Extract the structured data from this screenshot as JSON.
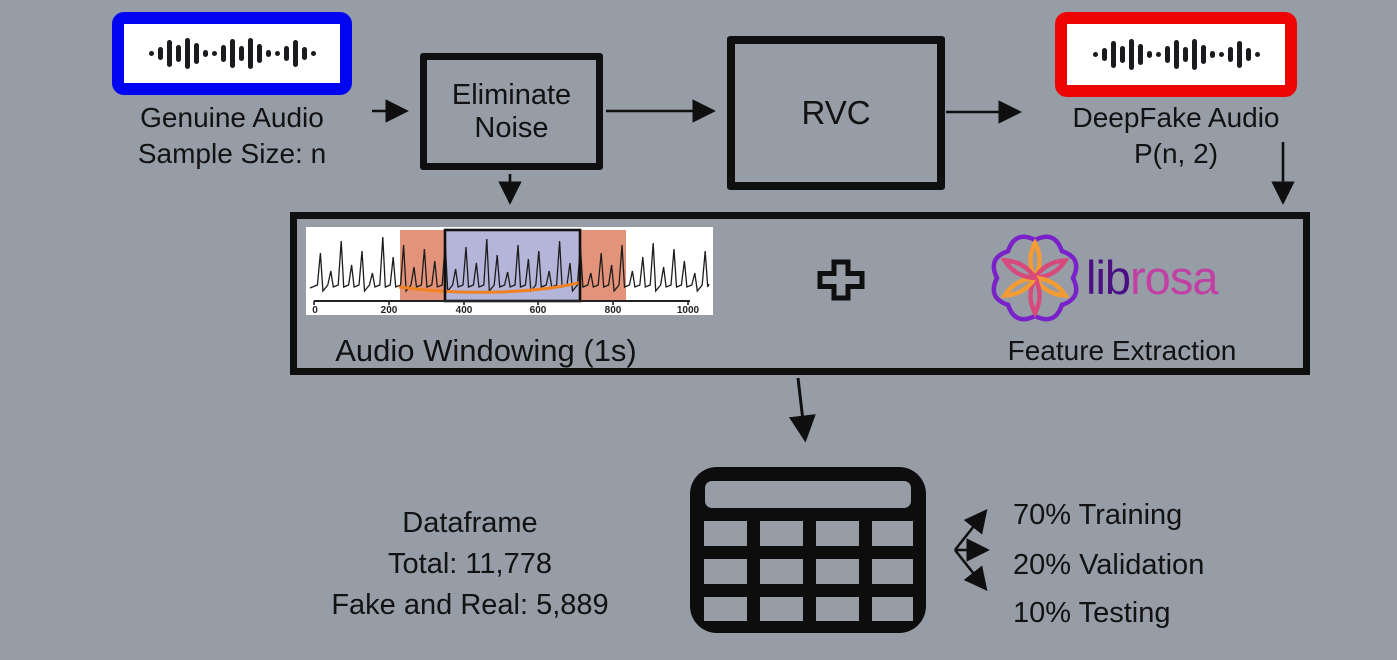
{
  "colors": {
    "background": "#969DA7",
    "genuine_border": "#0004F0",
    "deepfake_border": "#EE0400",
    "box_stroke": "#0f0f0f",
    "plot_salmon": "#E2937A",
    "plot_lavender": "#B5B4D9",
    "plot_orange_line": "#F08224",
    "librosa_ring": "#7A22C9",
    "librosa_lib_text": "#4B0E83",
    "librosa_rosa_text": "#C23FA4",
    "petal_orange": "#F49B33",
    "petal_pink": "#D8497C"
  },
  "pipeline": {
    "genuine": {
      "title": "Genuine Audio",
      "subtitle": "Sample Size: n"
    },
    "eliminate_noise": {
      "line1": "Eliminate",
      "line2": "Noise"
    },
    "rvc": {
      "label": "RVC"
    },
    "deepfake": {
      "title": "DeepFake Audio",
      "subtitle": "P(n, 2)"
    },
    "processing": {
      "windowing_label": "Audio Windowing (1s)",
      "feature_label": "Feature Extraction",
      "librosa_lib": "lib",
      "librosa_rosa": "rosa"
    },
    "dataframe": {
      "title": "Dataframe",
      "total": "Total: 11,778",
      "fake_real": "Fake and Real: 5,889"
    },
    "splits": [
      {
        "label": "70% Training"
      },
      {
        "label": "20% Validation"
      },
      {
        "label": "10% Testing"
      }
    ]
  },
  "windowing_plot": {
    "x_ticks": [
      "0",
      "200",
      "400",
      "600",
      "800",
      "1000"
    ],
    "x_range": [
      0,
      1000
    ],
    "regions": [
      {
        "kind": "overlap",
        "from": 230,
        "to": 350,
        "color": "#E2937A"
      },
      {
        "kind": "window",
        "from": 350,
        "to": 710,
        "color": "#B5B4D9"
      },
      {
        "kind": "overlap",
        "from": 710,
        "to": 835,
        "color": "#E2937A"
      }
    ]
  },
  "icons": {
    "waveform_bar_heights": [
      5,
      13,
      27,
      17,
      31,
      21,
      7,
      5,
      17,
      29,
      15,
      31,
      19,
      7,
      5,
      15,
      27,
      13,
      5
    ]
  }
}
